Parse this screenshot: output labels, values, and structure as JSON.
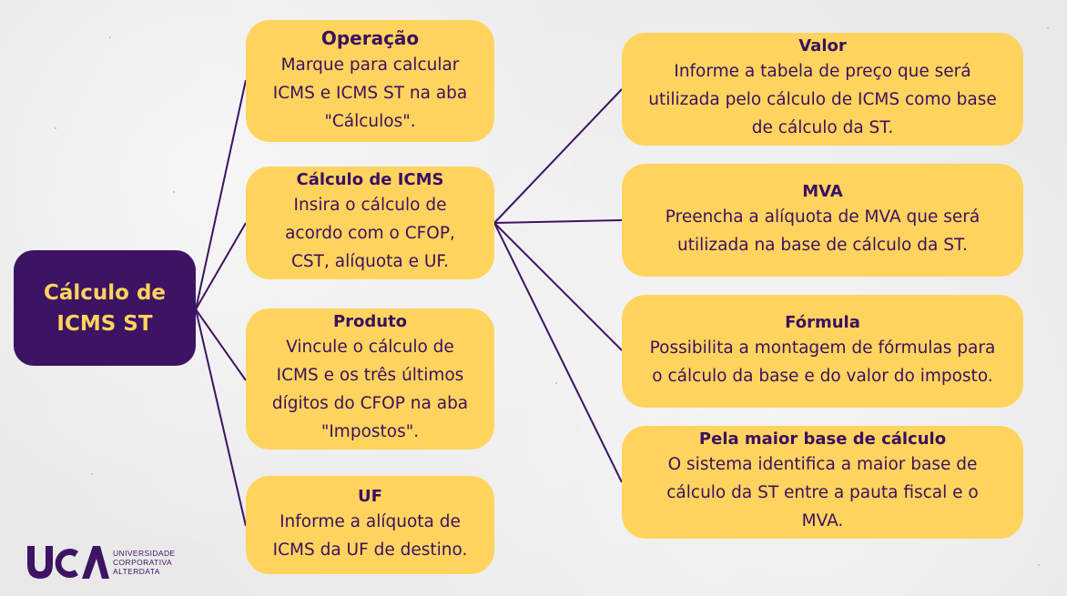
{
  "root": {
    "label": "Cálculo de\nICMS ST"
  },
  "left_nodes": [
    {
      "title": "Operação",
      "text": "Marque para calcular\nICMS e ICMS ST na aba\n\"Cálculos\"."
    },
    {
      "title": "Cálculo de ICMS",
      "text": "Insira o cálculo de\nacordo com o CFOP,\nCST, alíquota e UF."
    },
    {
      "title": "Produto",
      "text": "Vincule o cálculo de\nICMS e os três últimos\ndígitos do CFOP na aba\n\"Impostos\"."
    },
    {
      "title": "UF",
      "text": "Informe a alíquota de\nICMS da UF de destino."
    }
  ],
  "right_nodes": [
    {
      "title": "Valor",
      "text": "Informe a tabela de preço que será\nutilizada pelo cálculo de ICMS como base\nde cálculo da ST."
    },
    {
      "title": "MVA",
      "text": "Preencha a alíquota de MVA que será\nutilizada na base de cálculo da ST."
    },
    {
      "title": "Fórmula",
      "text": "Possibilita a montagem de fórmulas para\no cálculo da base e do valor do imposto."
    },
    {
      "title": "Pela maior base de cálculo",
      "text": "O sistema identifica a maior base de\ncálculo da ST entre a pauta fiscal e o\nMVA."
    }
  ],
  "logo": {
    "mark": "UCA",
    "org": "UNIVERSIDADE\nCORPORATIVA\nALTERDATA"
  },
  "colors": {
    "node_fill": "#ffd45e",
    "root_fill": "#3d1363",
    "text": "#3b1060",
    "line": "#3d1363"
  }
}
